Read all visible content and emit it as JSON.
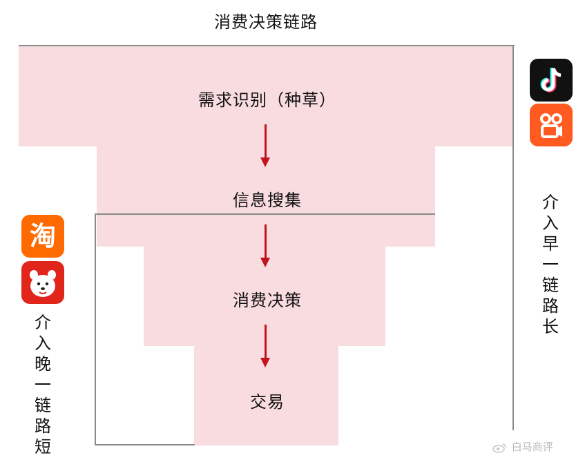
{
  "title": "消费决策链路",
  "stages": [
    {
      "label": "需求识别（种草）"
    },
    {
      "label": "信息搜集"
    },
    {
      "label": "消费决策"
    },
    {
      "label": "交易"
    }
  ],
  "right_note": [
    "介",
    "入",
    "早",
    "一",
    "链",
    "路",
    "长"
  ],
  "left_note": [
    "介",
    "入",
    "晚",
    "一",
    "链",
    "路",
    "短"
  ],
  "icons": {
    "right": [
      "douyin-icon",
      "kuaishou-icon"
    ],
    "left": [
      "taobao-icon",
      "jd-icon"
    ],
    "taobao_char": "淘"
  },
  "colors": {
    "band": "#f8dcdf",
    "arrow": "#c1121f",
    "outline": "#8a8a8a",
    "douyin": "#111111",
    "kuaishou": "#ff5a1f",
    "taobao": "#ff6a00",
    "jd": "#e1251b"
  },
  "watermark": "白马商评"
}
